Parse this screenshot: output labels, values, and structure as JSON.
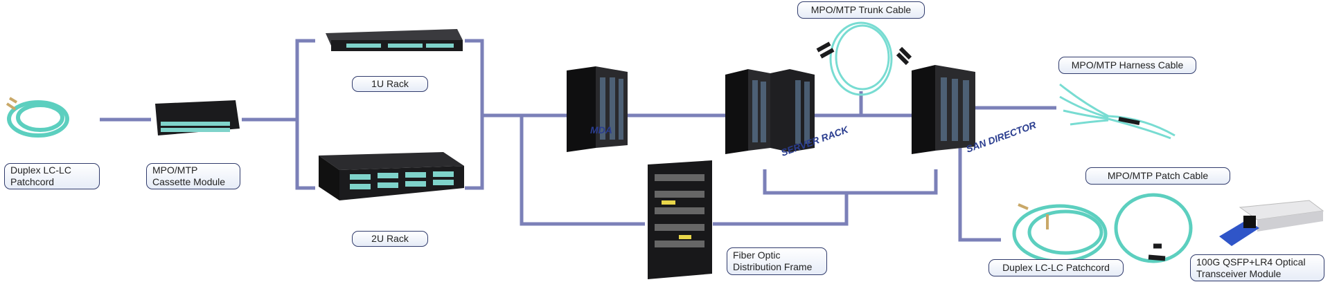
{
  "colors": {
    "line": "#7b80b8",
    "cable": "#5ccfbf",
    "rack": "#1b1b1d",
    "label_border": "#2f3a6b",
    "tag": "#2a3d8f",
    "module": "#2f55c8"
  },
  "labels": {
    "duplex_left": [
      "Duplex LC-LC",
      "Patchcord"
    ],
    "cassette": [
      "MPO/MTP",
      "Cassette Module"
    ],
    "rack_1u": "1U Rack",
    "rack_2u": "2U Rack",
    "trunk": "MPO/MTP Trunk Cable",
    "harness": "MPO/MTP Harness Cable",
    "patch": "MPO/MTP Patch Cable",
    "duplex_right": "Duplex LC-LC Patchcord",
    "qsfp": [
      "100G QSFP+LR4 Optical",
      "Transceiver Module"
    ],
    "odf": [
      "Fiber Optic",
      "Distribution Frame"
    ]
  },
  "tags": {
    "mda": "MDA",
    "server": "SERVER RACK",
    "san": "SAN DIRECTOR"
  }
}
